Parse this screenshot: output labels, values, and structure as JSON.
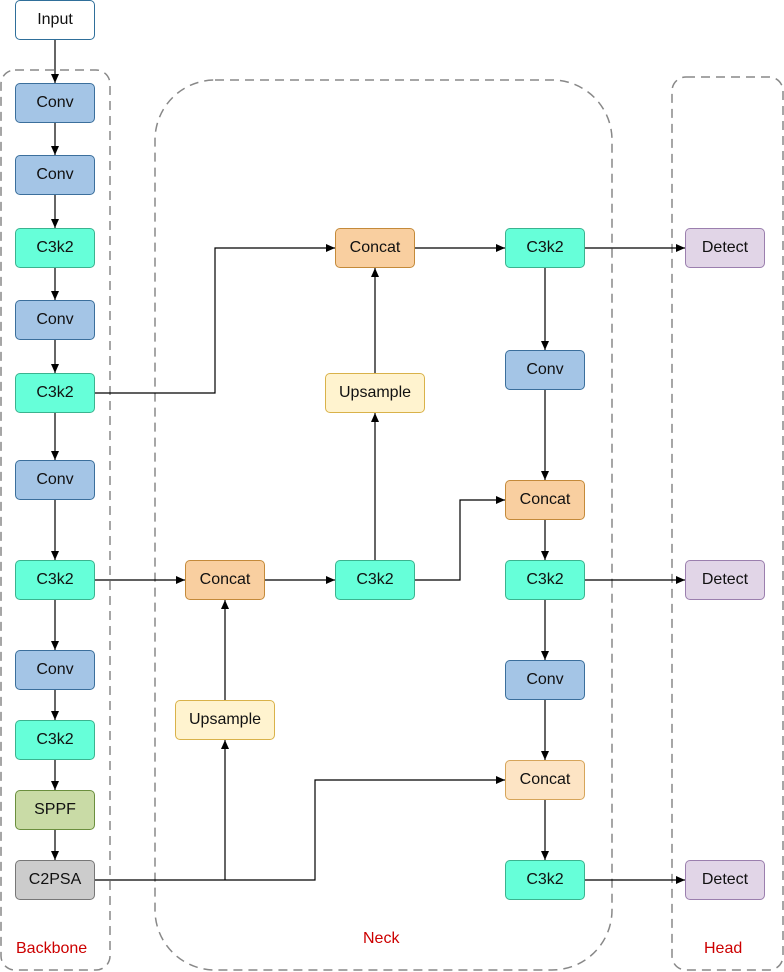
{
  "nodes": {
    "input": "Input",
    "conv": "Conv",
    "c3k2": "C3k2",
    "sppf": "SPPF",
    "c2psa": "C2PSA",
    "concat": "Concat",
    "upsample": "Upsample",
    "detect": "Detect"
  },
  "groups": {
    "backbone": "Backbone",
    "neck": "Neck",
    "head": "Head"
  },
  "colors": {
    "conv": "#a4c5e6",
    "c3k2": "#66ffd9",
    "concat": "#f9cfa0",
    "upsample": "#fff3cf",
    "sppf": "#c9dba6",
    "c2psa": "#cccccc",
    "detect": "#e1d5e7",
    "group_label": "#cc0000"
  }
}
